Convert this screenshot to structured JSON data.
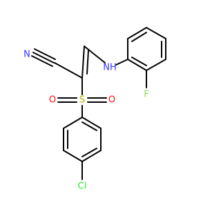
{
  "molecule": {
    "atoms": {
      "n_nitrile": {
        "text": "N",
        "color": "#3333ff"
      },
      "nh": {
        "text": "NH",
        "color": "#3333ff"
      },
      "o_left": {
        "text": "O",
        "color": "#ff0d0d"
      },
      "s": {
        "text": "S",
        "color": "#b2b200"
      },
      "o_right": {
        "text": "O",
        "color": "#ff0d0d"
      },
      "f": {
        "text": "F",
        "color": "#90e050"
      },
      "cl": {
        "text": "Cl",
        "color": "#1ff01f"
      }
    }
  }
}
